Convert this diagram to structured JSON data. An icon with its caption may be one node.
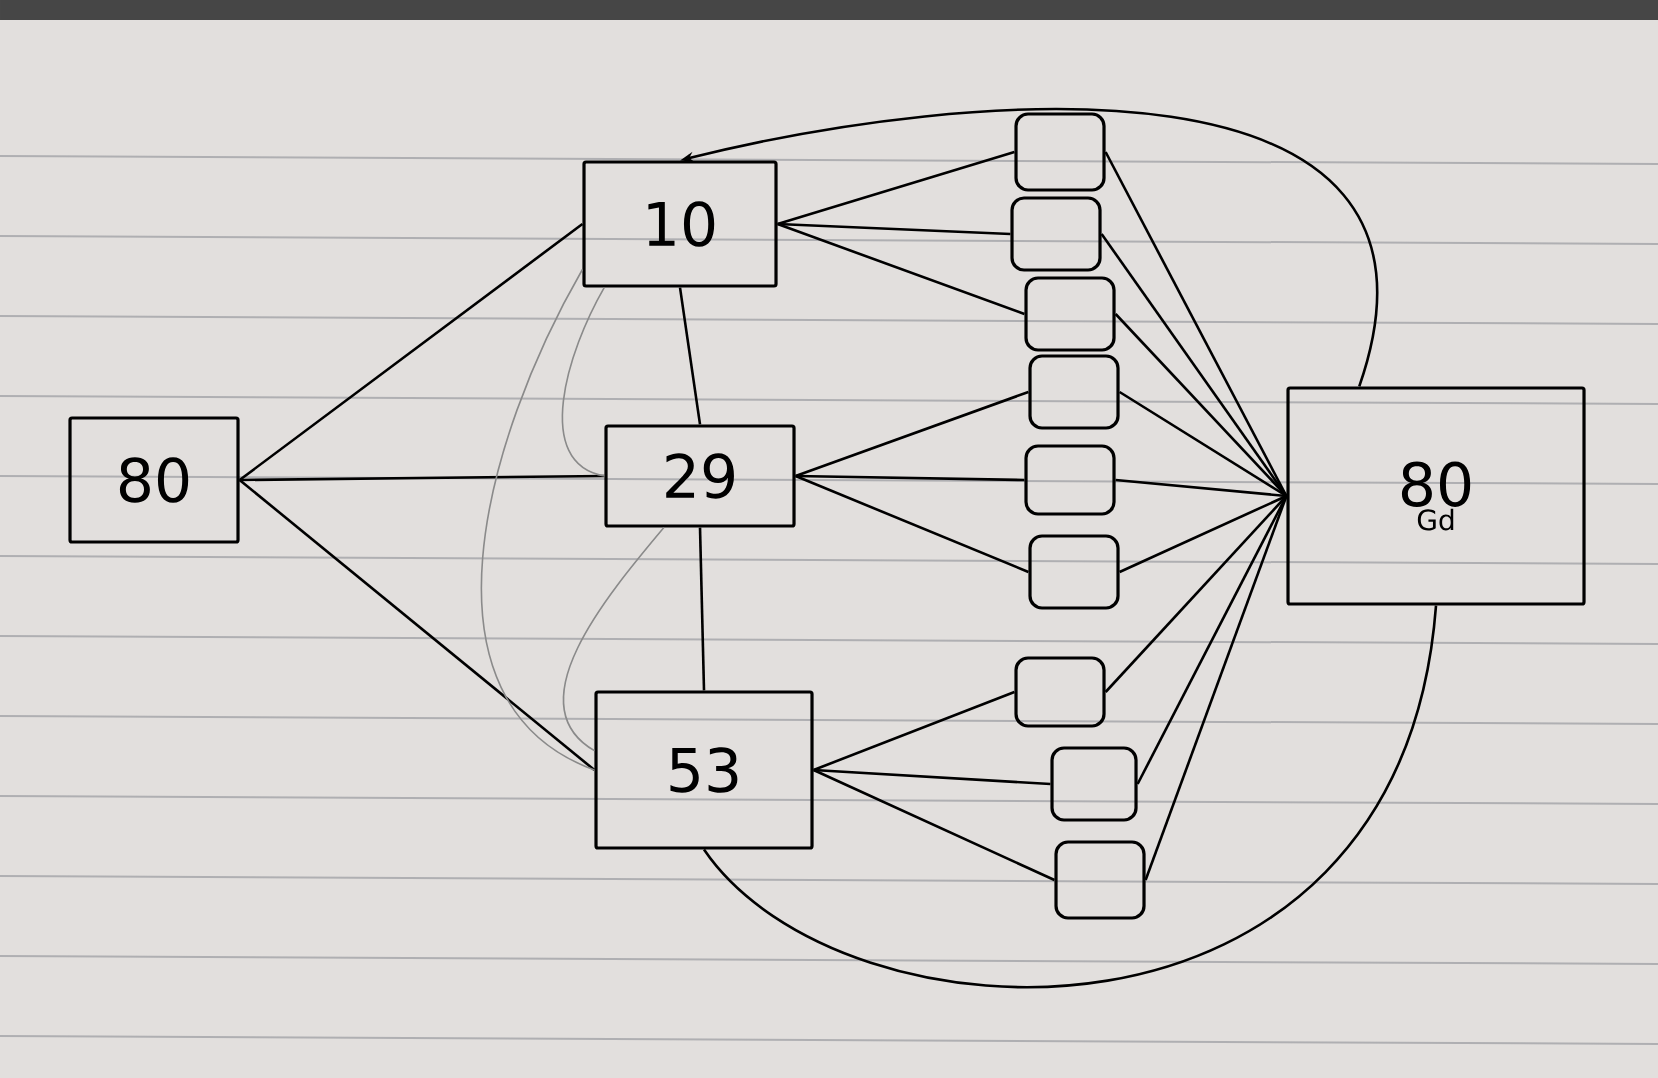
{
  "diagram": {
    "nodes": [
      {
        "text": [
          "80"
        ]
      },
      {
        "text": [
          "10"
        ]
      },
      {
        "text": [
          "29"
        ]
      },
      {
        "text": [
          "53"
        ]
      },
      {
        "text": [],
        "shape": "box"
      },
      {
        "text": [],
        "shape": "box"
      },
      {
        "text": [],
        "shape": "box"
      },
      {
        "text": [],
        "shape": "box"
      },
      {
        "text": [],
        "shape": "box"
      },
      {
        "text": [],
        "shape": "box"
      },
      {
        "text": [],
        "shape": "box"
      },
      {
        "text": [],
        "shape": "box"
      },
      {
        "text": [],
        "shape": "box"
      },
      {
        "text": [
          "80",
          "Gd"
        ]
      }
    ],
    "edges": [
      {
        "from": 0,
        "to": 1,
        "arrow": "none"
      },
      {
        "from": 0,
        "to": 2,
        "arrow": "none"
      },
      {
        "from": 0,
        "to": 3,
        "arrow": "none"
      },
      {
        "from": 1,
        "to": 2,
        "arrow": "none"
      },
      {
        "from": 2,
        "to": 3,
        "arrow": "none"
      },
      {
        "from": 1,
        "to": 4,
        "arrow": "none"
      },
      {
        "from": 1,
        "to": 5,
        "arrow": "none"
      },
      {
        "from": 1,
        "to": 6,
        "arrow": "none"
      },
      {
        "from": 2,
        "to": 7,
        "arrow": "none"
      },
      {
        "from": 2,
        "to": 8,
        "arrow": "none"
      },
      {
        "from": 2,
        "to": 9,
        "arrow": "none"
      },
      {
        "from": 3,
        "to": 10,
        "arrow": "none"
      },
      {
        "from": 3,
        "to": 11,
        "arrow": "none"
      },
      {
        "from": 3,
        "to": 12,
        "arrow": "none"
      },
      {
        "from": 4,
        "to": 13,
        "arrow": "none"
      },
      {
        "from": 5,
        "to": 13,
        "arrow": "none"
      },
      {
        "from": 6,
        "to": 13,
        "arrow": "none"
      },
      {
        "from": 7,
        "to": 13,
        "arrow": "none"
      },
      {
        "from": 8,
        "to": 13,
        "arrow": "none"
      },
      {
        "from": 9,
        "to": 13,
        "arrow": "none"
      },
      {
        "from": 10,
        "to": 13,
        "arrow": "none"
      },
      {
        "from": 11,
        "to": 13,
        "arrow": "none"
      },
      {
        "from": 12,
        "to": 13,
        "arrow": "none"
      },
      {
        "from": 13,
        "to": 1,
        "arrow": "to"
      },
      {
        "from": 13,
        "to": 3,
        "arrow": "none"
      },
      {
        "from": 1,
        "to": 2,
        "arrow": "none",
        "color": "#8a8a8a"
      },
      {
        "from": 1,
        "to": 3,
        "arrow": "none",
        "color": "#8a8a8a"
      },
      {
        "from": 2,
        "to": 3,
        "arrow": "none",
        "color": "#8a8a8a"
      }
    ]
  }
}
